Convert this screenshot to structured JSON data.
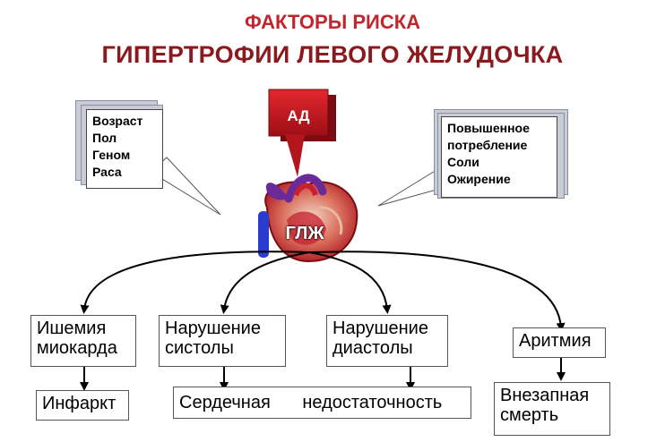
{
  "title": {
    "line1": "ФАКТОРЫ РИСКА",
    "line2": "ГИПЕРТРОФИИ ЛЕВОГО ЖЕЛУДОЧКА"
  },
  "factors_left": {
    "items": [
      "Возраст",
      "Пол",
      "Геном",
      "Раса"
    ]
  },
  "factors_right": {
    "items": [
      "Повышенное",
      "потребление",
      "Соли",
      "Ожирение"
    ]
  },
  "ad": {
    "label": "АД"
  },
  "center": {
    "label": "ГЛЖ"
  },
  "outcomes": {
    "ischemia": [
      "Ишемия",
      "миокарда"
    ],
    "systole": [
      "Нарушение",
      "систолы"
    ],
    "diastole": [
      "Нарушение",
      "диастолы"
    ],
    "arrhythmia": "Аритмия",
    "infarct": "Инфаркт",
    "heart_failure_1": "Сердечная",
    "heart_failure_2": "недостаточность",
    "sudden_death": [
      "Внезапная",
      "смерть"
    ]
  },
  "colors": {
    "title_red": "#c0262d",
    "title_darkred": "#8a1a1e",
    "ad_red": "#c8161d",
    "heart_red": "#c72030",
    "vessel_blue": "#2a3bd0",
    "vessel_purple": "#6a2a9a"
  }
}
